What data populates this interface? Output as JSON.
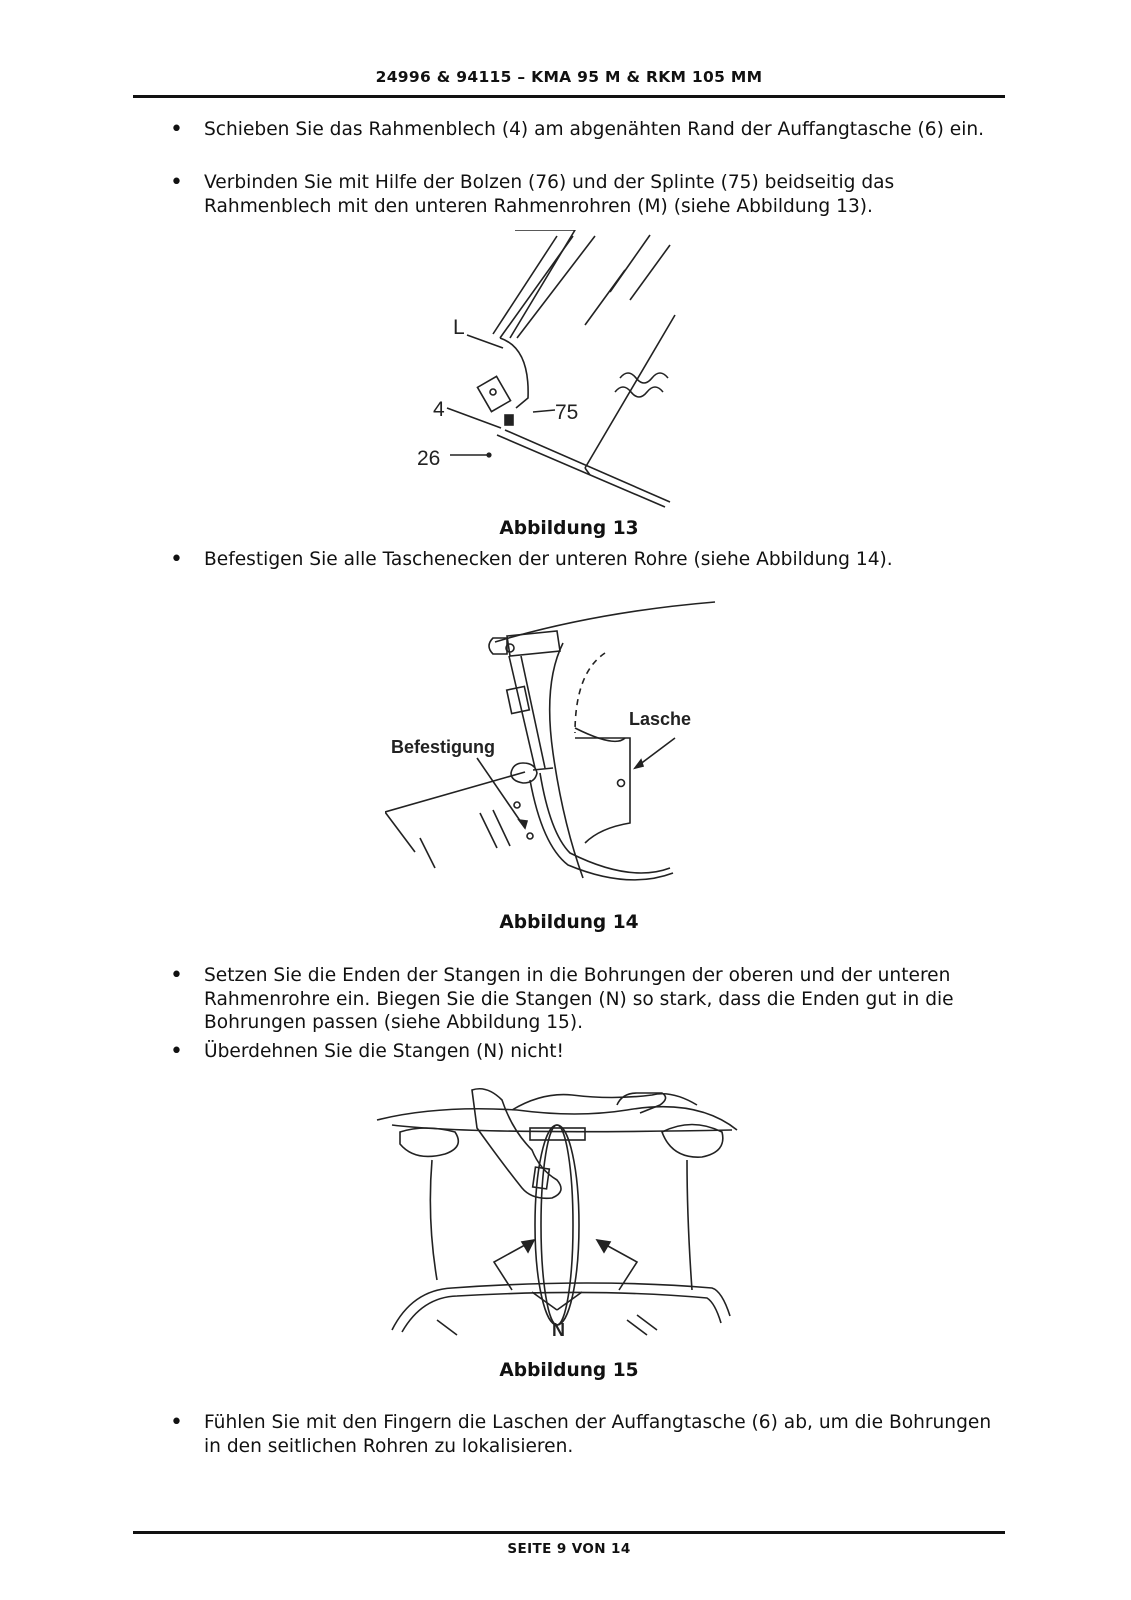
{
  "header": {
    "title": "24996 & 94115 – KMA 95 M & RKM 105 MM"
  },
  "bullets": [
    {
      "text": "Schieben Sie das Rahmenblech (4) am abgenähten Rand der Auffangtasche (6) ein."
    },
    {
      "text": "Verbinden Sie mit Hilfe der Bolzen (76) und der Splinte (75) beidseitig das Rahmenblech mit den unteren Rahmenrohren (M) (siehe Abbildung 13)."
    },
    {
      "text": "Befestigen Sie alle Taschenecken der unteren Rohre (siehe Abbildung 14)."
    },
    {
      "text": "Setzen Sie die Enden der Stangen in die Bohrungen der oberen und der unteren Rahmenrohre ein. Biegen Sie die Stangen (N) so stark, dass die Enden gut in die Bohrungen passen (siehe Abbildung 15)."
    },
    {
      "text": "Überdehnen Sie die Stangen (N) nicht!"
    },
    {
      "text": "Fühlen Sie mit den Fingern die Laschen der Auffangtasche (6) ab, um die Bohrungen in den seitlichen Rohren zu lokalisieren."
    }
  ],
  "bullet_symbol": "•",
  "figures": {
    "fig13": {
      "caption": "Abbildung 13",
      "labels": {
        "L": "L",
        "n4": "4",
        "n75": "75",
        "n26": "26"
      }
    },
    "fig14": {
      "caption": "Abbildung 14",
      "labels": {
        "befestigung": "Befestigung",
        "lasche": "Lasche"
      }
    },
    "fig15": {
      "caption": "Abbildung 15",
      "labels": {
        "N": "N"
      }
    }
  },
  "footer": {
    "page": "SEITE 9 VON 14"
  }
}
